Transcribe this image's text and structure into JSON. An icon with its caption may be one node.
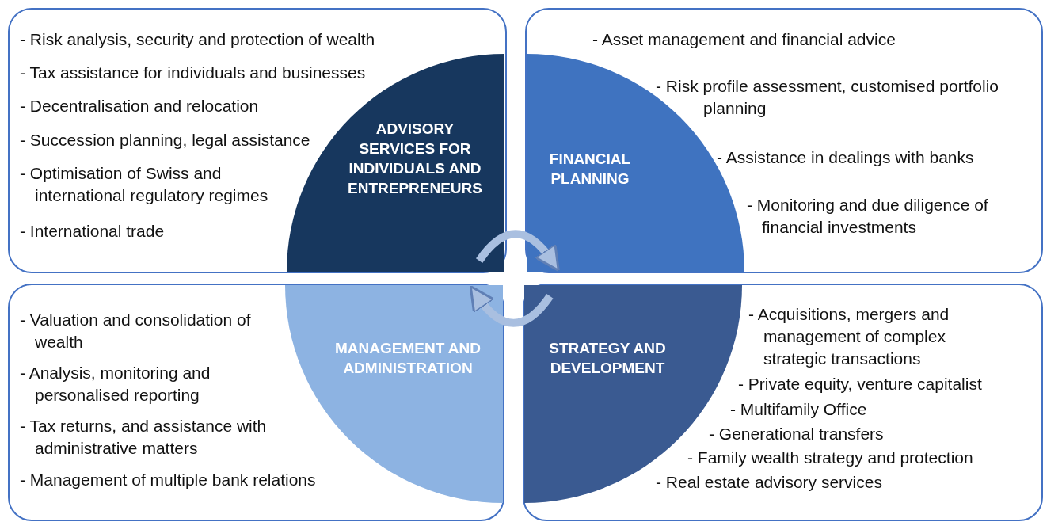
{
  "diagram": {
    "nodes": [
      {
        "text": [
          "- Risk analysis, security and protection of wealth",
          "- Tax assistance for individuals and businesses",
          "- Decentralisation and relocation",
          "- Succession planning, legal assistance",
          "- Optimisation of Swiss and international regulatory regimes",
          "- International trade"
        ]
      },
      {
        "text": [
          "ADVISORY SERVICES FOR INDIVIDUALS AND ENTREPRENEURS"
        ],
        "in": 0
      },
      {
        "text": [
          "- Asset management and financial advice",
          "- Risk profile assessment, customised portfolio planning",
          "- Assistance in dealings with banks",
          "- Monitoring and due diligence of financial investments"
        ]
      },
      {
        "text": [
          "FINANCIAL PLANNING"
        ],
        "in": 2
      },
      {
        "text": [
          "- Valuation and consolidation of wealth",
          "- Analysis, monitoring and personalised reporting",
          "- Tax returns, and assistance with administrative matters",
          "- Management of multiple bank relations"
        ]
      },
      {
        "text": [
          "MANAGEMENT AND ADMINISTRATION"
        ],
        "in": 4
      },
      {
        "text": [
          "- Acquisitions, mergers and management of complex strategic transactions",
          "- Private equity, venture capitalist",
          "- Multifamily Office",
          "- Generational transfers",
          "- Family wealth strategy and protection",
          "- Real estate advisory services"
        ]
      },
      {
        "text": [
          "STRATEGY AND DEVELOPMENT"
        ],
        "in": 6
      }
    ],
    "edges": [
      {
        "from": 1,
        "to": 3,
        "arrow": "to"
      },
      {
        "from": 7,
        "to": 5,
        "arrow": "to"
      }
    ]
  }
}
